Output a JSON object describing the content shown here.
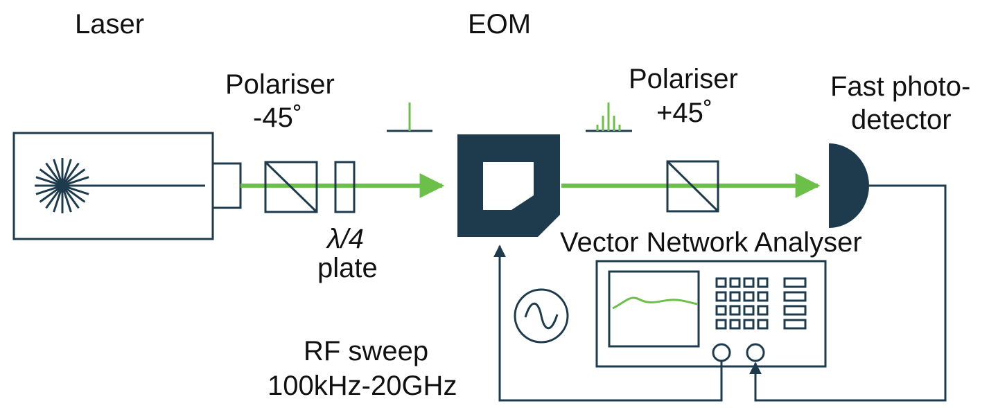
{
  "labels": {
    "laser": "Laser",
    "eom": "EOM",
    "polariser_in_title": "Polariser",
    "polariser_in_angle": "-45˚",
    "polariser_out_title": "Polariser",
    "polariser_out_angle": "+45˚",
    "waveplate_line1": "λ/4",
    "waveplate_line2": "plate",
    "detector_line1": "Fast photo-",
    "detector_line2": "detector",
    "vna": "Vector Network Analyser",
    "rf_line1": "RF sweep",
    "rf_line2": "100kHz-20GHz"
  },
  "colors": {
    "structure": "#1d3b4c",
    "beam": "#6cc04a"
  },
  "icons": {
    "laser_source": "starburst-icon",
    "rf_source": "sine-wave-icon"
  }
}
